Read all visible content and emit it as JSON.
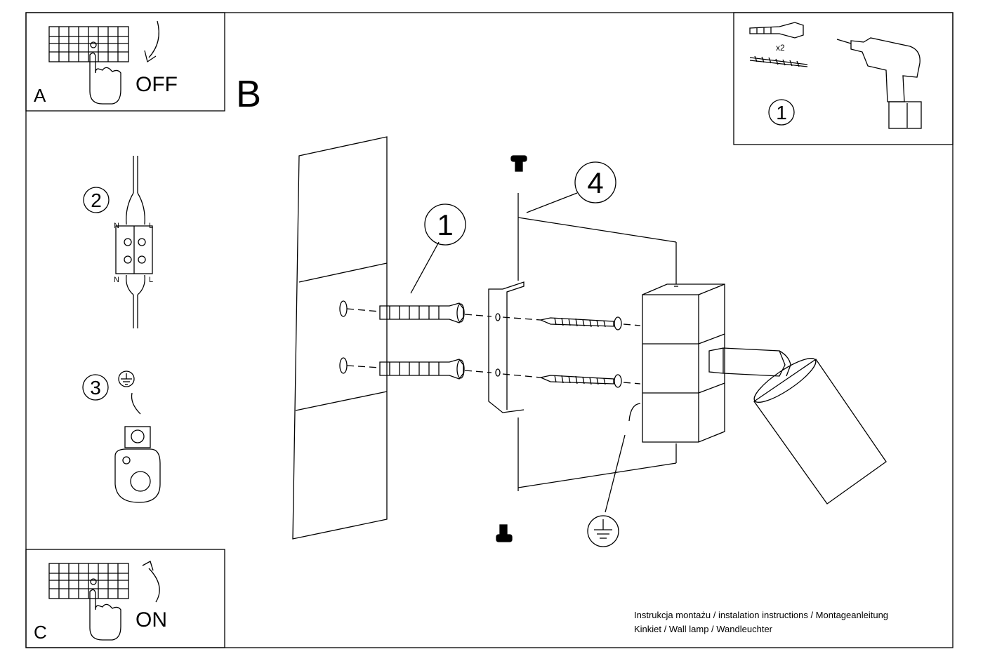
{
  "panel_a": {
    "letter": "A",
    "action": "OFF"
  },
  "panel_b": {
    "letter": "B"
  },
  "panel_c": {
    "letter": "C",
    "action": "ON"
  },
  "tools": {
    "step": "1",
    "qty": "x2"
  },
  "steps": {
    "wiring": "2",
    "earth": "3"
  },
  "callouts": {
    "anchor": "1",
    "mount": "4"
  },
  "terminal": {
    "neutral": "N",
    "live": "L"
  },
  "footer": {
    "line1": "Instrukcja montażu / instalation instructions / Montageanleitung",
    "line2": "Kinkiet / Wall lamp / Wandleuchter"
  }
}
